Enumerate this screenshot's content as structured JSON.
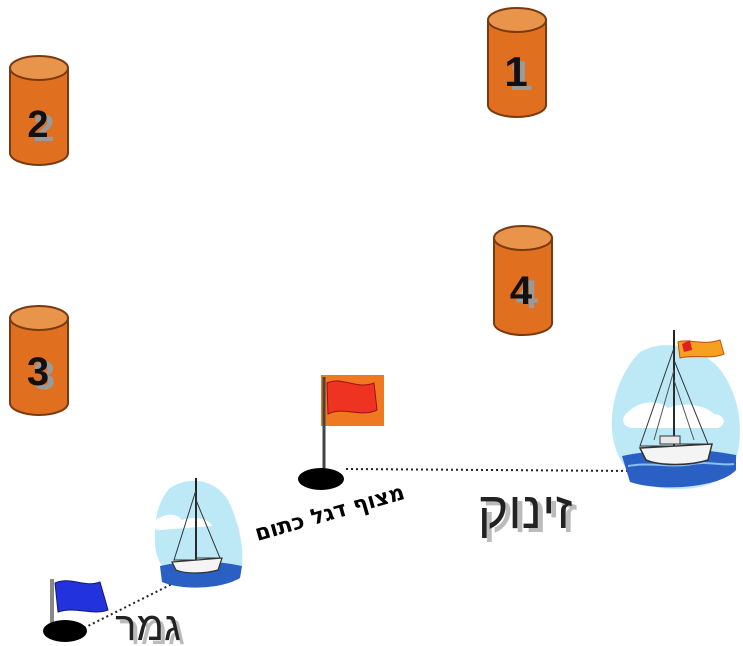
{
  "buoys": [
    {
      "id": "buoy-1",
      "label": "1"
    },
    {
      "id": "buoy-2",
      "label": "2"
    },
    {
      "id": "buoy-3",
      "label": "3"
    },
    {
      "id": "buoy-4",
      "label": "4"
    }
  ],
  "labels": {
    "start": "זינוק",
    "finish": "גמר",
    "orange_flag_buoy": "מצוף דגל כתום"
  },
  "colors": {
    "buoy_body": "#e07020",
    "buoy_top": "#e8944a",
    "buoy_outline": "#7a3a10",
    "start_flag": "#ee3322",
    "finish_flag": "#2233dd",
    "flag_background": "#f07820",
    "sky": "#bde9f7",
    "water": "#2a5fc4"
  }
}
